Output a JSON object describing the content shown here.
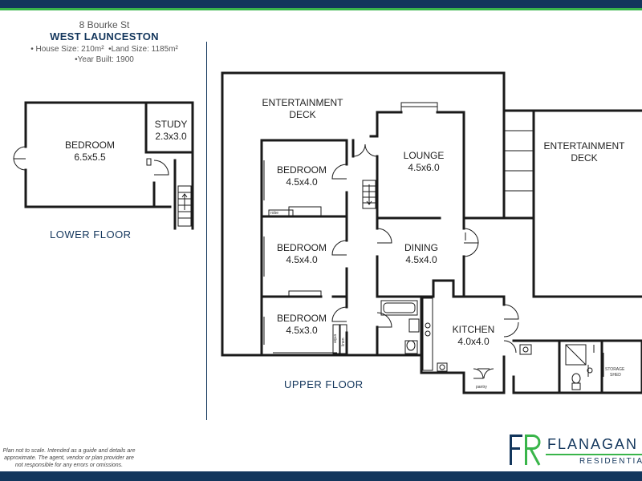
{
  "property": {
    "street": "8 Bourke St",
    "suburb": "WEST LAUNCESTON",
    "house_size": "• House Size: 210m²",
    "land_size": "•Land Size: 1185m²",
    "year_built": "•Year Built: 1900"
  },
  "lower_floor": {
    "title": "LOWER FLOOR",
    "rooms": [
      {
        "name": "BEDROOM",
        "size": "6.5x5.5"
      },
      {
        "name": "STUDY",
        "size": "2.3x3.0"
      }
    ]
  },
  "upper_floor": {
    "title": "UPPER FLOOR",
    "rooms": [
      {
        "name": "ENTERTAINMENT",
        "name2": "DECK"
      },
      {
        "name": "BEDROOM",
        "size": "4.5x4.0"
      },
      {
        "name": "LOUNGE",
        "size": "4.5x6.0"
      },
      {
        "name": "ENTERTAINMENT",
        "name2": "DECK"
      },
      {
        "name": "BEDROOM",
        "size": "4.5x4.0"
      },
      {
        "name": "DINING",
        "size": "4.5x4.0"
      },
      {
        "name": "BEDROOM",
        "size": "4.5x3.0"
      },
      {
        "name": "KITCHEN",
        "size": "4.0x4.0"
      }
    ],
    "small_labels": {
      "robe": "robe",
      "linen": "linen",
      "aqua": "aqua",
      "pantry": "pantry",
      "storage": "STORAGE",
      "shed": "SHED"
    }
  },
  "disclaimer": "Plan not to scale. Intended as a guide and details are approximate. The agent, vendor or plan provider are not responsible for any errors or omissions.",
  "brand": {
    "monogram": "FR",
    "name": "FLANAGAN",
    "tagline": "RESIDENTIAL",
    "primary_color": "#13365c",
    "accent_color": "#39b54a"
  }
}
